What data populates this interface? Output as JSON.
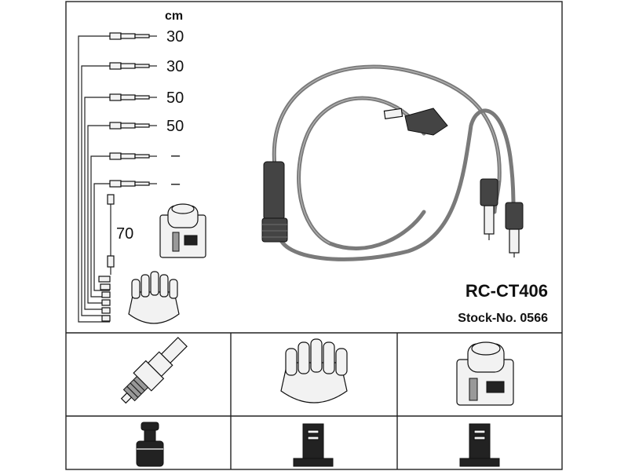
{
  "legend": {
    "unit": "cm",
    "lengths": [
      "30",
      "30",
      "50",
      "50",
      "–",
      "–"
    ],
    "coil_lead_length": "70"
  },
  "product": {
    "part_number": "RC-CT406",
    "stock_number": "Stock-No. 0566"
  }
}
